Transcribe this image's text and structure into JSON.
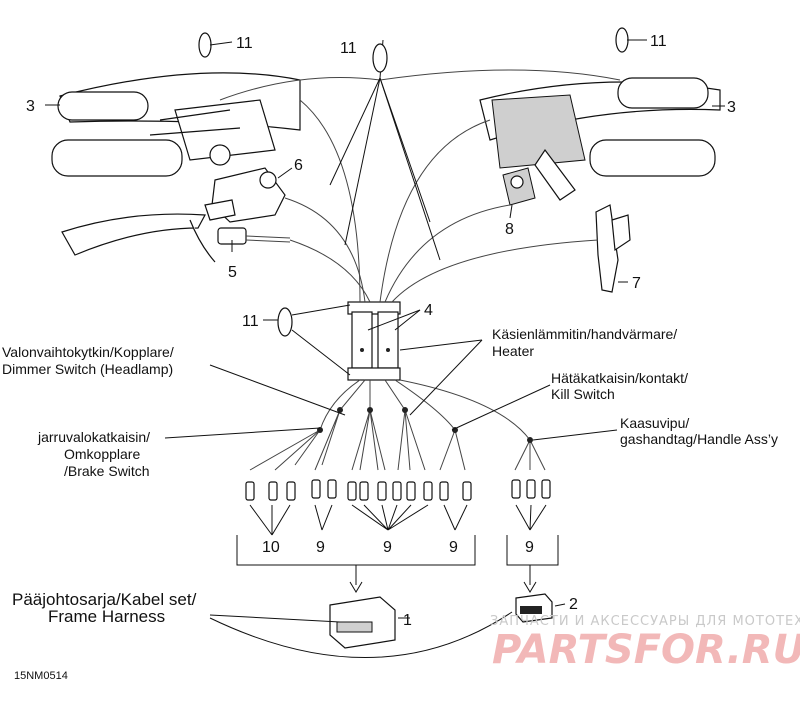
{
  "callouts": {
    "n1": "1",
    "n2": "2",
    "n3": "3",
    "n4": "4",
    "n5": "5",
    "n6": "6",
    "n7": "7",
    "n8": "8",
    "n9": "9",
    "n10": "10",
    "n11": "11"
  },
  "labels": {
    "dimmer": [
      "Valonvaihtokytkin/Kopplare/",
      "Dimmer Switch (Headlamp)"
    ],
    "brake": [
      "jarruvalokatkaisin/",
      "Omkopplare",
      "/Brake Switch"
    ],
    "heater": [
      "Käsienlämmitin/handvärmare/",
      "Heater"
    ],
    "kill": [
      "Hätäkatkaisin/kontakt/",
      "Kill Switch"
    ],
    "throttle": [
      "Kaasuvipu/",
      "gashandtag/Handle Ass’y"
    ],
    "harness": [
      "Pääjohtosarja/Kabel set/",
      "Frame Harness"
    ]
  },
  "figure_code": "15NM0514",
  "watermark": {
    "line": "ЗАПЧАСТИ И АКСЕССУАРЫ ДЛЯ МОТОТЕХНИКИ",
    "logo": "PARTSFOR.RU"
  }
}
